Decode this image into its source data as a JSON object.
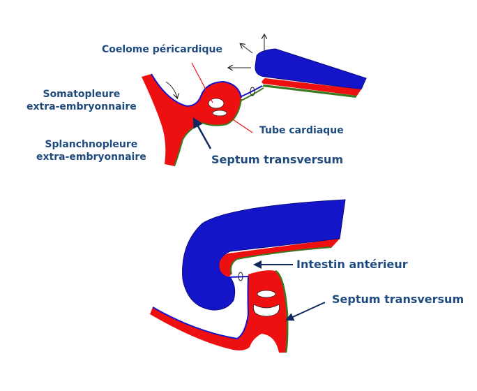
{
  "top_diagram": {
    "labels": {
      "coelome": "Coelome péricardique",
      "somatopleure": "Somatopleure extra-embryonnaire",
      "somatopleure_l1": "Somatopleure",
      "somatopleure_l2": "extra-embryonnaire",
      "splanchnopleure_l1": "Splanchnopleure",
      "splanchnopleure_l2": "extra-embryonnaire",
      "tube": "Tube cardiaque",
      "septum": "Septum transversum"
    }
  },
  "bottom_diagram": {
    "labels": {
      "intestin": "Intestin antérieur",
      "septum": "Septum transversum"
    }
  },
  "colors": {
    "ectoderm": "#1010c8",
    "mesoderm": "#ee1010",
    "endoderm": "#3a7a20",
    "label": "#1f4a7e"
  }
}
